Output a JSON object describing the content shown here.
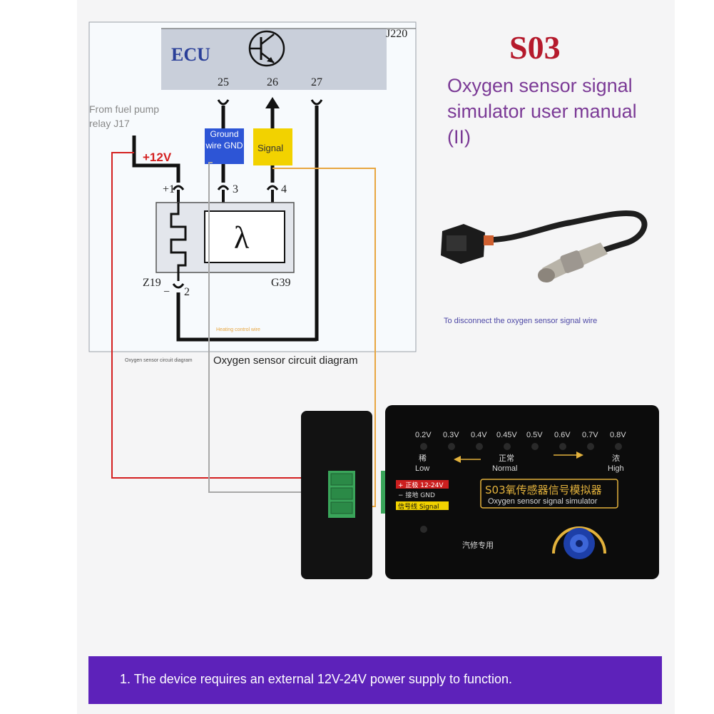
{
  "header": {
    "model": "S03",
    "title": "Oxygen sensor signal simulator user manual (II)"
  },
  "diagram": {
    "ecu_label": "ECU",
    "ecu_code": "J220",
    "pins_ecu": [
      "25",
      "26",
      "27"
    ],
    "from_fuel": "From fuel pump relay J17",
    "voltage": "+12V",
    "ground_label": "Ground wire GND",
    "signal_label": "Signal",
    "pin1": "+1",
    "pin2": "2",
    "pin3": "3",
    "pin4": "4",
    "lambda": "λ",
    "z19": "Z19",
    "g39": "G39",
    "heating": "Heating control wire",
    "small_caption": "Oxygen sensor circuit diagram",
    "caption": "Oxygen sensor circuit diagram"
  },
  "sensor_caption": "To disconnect the oxygen sensor signal wire",
  "device": {
    "voltages": [
      "0.2V",
      "0.3V",
      "0.4V",
      "0.45V",
      "0.5V",
      "0.6V",
      "0.7V",
      "0.8V"
    ],
    "lean_cn": "稀",
    "lean_en": "Low",
    "normal_cn": "正常",
    "normal_en": "Normal",
    "rich_cn": "浓",
    "rich_en": "High",
    "power_label": "+ 正极 12-24V",
    "gnd_label": "− 接地 GND",
    "signal_label": "信号线 Signal",
    "name_cn": "S03氧传感器信号模拟器",
    "name_en": "Oxygen sensor signal simulator",
    "auto_repair": "汽修专用"
  },
  "footer": {
    "note": "1. The device requires an external 12V-24V power supply to function."
  },
  "colors": {
    "accent_purple": "#5d22ba",
    "title_purple": "#7b3a96",
    "model_red": "#b51a2c",
    "power_red": "#d42020",
    "signal_yellow": "#f2d200",
    "ground_blue": "#2244cc",
    "orange_wire": "#e8a640"
  }
}
